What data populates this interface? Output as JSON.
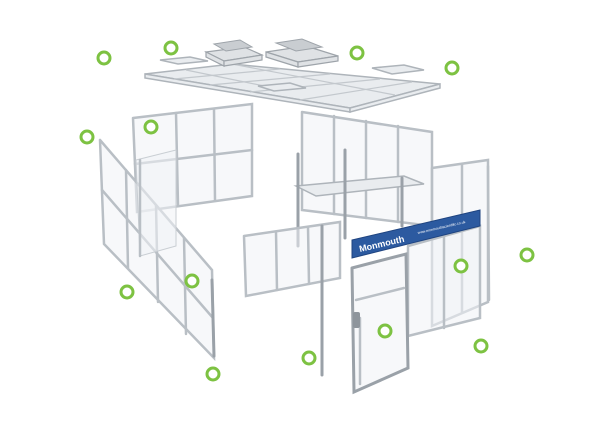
{
  "banner": {
    "brand": "Monmouth",
    "url": "www.monmouthscientific.co.uk",
    "color": "#2c5aa0"
  },
  "accent": {
    "hotspot_ring": "#7dc242"
  },
  "hotspots": [
    {
      "name": "hotspot-ceiling-left"
    },
    {
      "name": "hotspot-ceiling-filter"
    },
    {
      "name": "hotspot-ceiling-right"
    },
    {
      "name": "hotspot-ceiling-far-right"
    },
    {
      "name": "hotspot-left-wall-outer"
    },
    {
      "name": "hotspot-left-wall-top"
    },
    {
      "name": "hotspot-door-right"
    },
    {
      "name": "hotspot-far-right"
    },
    {
      "name": "hotspot-left-base"
    },
    {
      "name": "hotspot-left-panel-mid"
    },
    {
      "name": "hotspot-door-center"
    },
    {
      "name": "hotspot-right-base"
    },
    {
      "name": "hotspot-center-floor"
    },
    {
      "name": "hotspot-left-floor"
    }
  ]
}
